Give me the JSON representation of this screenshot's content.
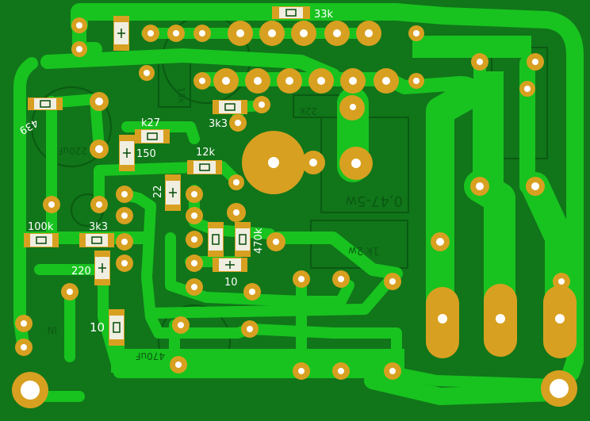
{
  "colors": {
    "board": "#11751a",
    "board_dark": "#0c5a14",
    "copper": "#18c31f",
    "pad": "#d8a020",
    "pad_dark": "#b98510",
    "smd_body": "#f0eee0",
    "silk_dark": "#054a0a",
    "silk_white": "#ffffff"
  },
  "labels": {
    "r33k": "33k",
    "r439": "439",
    "r_k27": "k27",
    "r3k3_top": "3k3",
    "r150": "150",
    "r12k": "12k",
    "c22": "22",
    "r100k": "100k",
    "r3k3_left": "3k3",
    "r470k": "470k",
    "c220": "220",
    "c10_mid": "10",
    "r10_low": "10"
  },
  "silkscreen": {
    "resistor_0r47": "0,47-5w",
    "resistor_1k": "1k 2w",
    "cap_220uF": "220uF",
    "cap_470uF": "470uF",
    "r22k": "22k",
    "in_label": "IN",
    "r15k": "15k"
  }
}
